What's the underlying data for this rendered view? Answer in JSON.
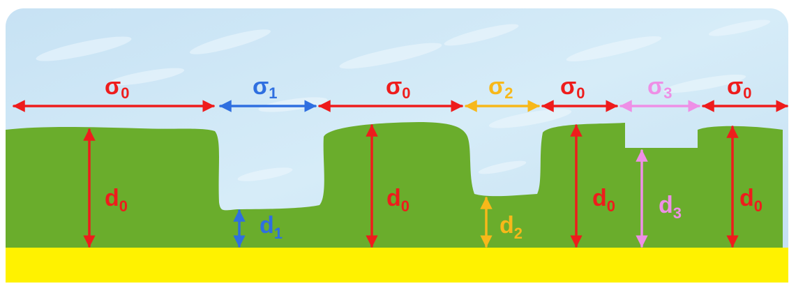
{
  "colors": {
    "sky": "#cde6f5",
    "water_texture": "#eef7fd",
    "ground": "#6aad2c",
    "substrate": "#fff200",
    "region_0": "#ee1c1c",
    "region_1": "#2f6fe0",
    "region_2": "#f7b81a",
    "region_3": "#ee8fe6"
  },
  "labels": {
    "sigma": "σ",
    "d": "d",
    "sub_0": "0",
    "sub_1": "1",
    "sub_2": "2",
    "sub_3": "3"
  },
  "regions": [
    {
      "id": "region-0a",
      "sigma_index": "0",
      "depth_index": "0"
    },
    {
      "id": "region-1",
      "sigma_index": "1",
      "depth_index": "1"
    },
    {
      "id": "region-0b",
      "sigma_index": "0",
      "depth_index": "0"
    },
    {
      "id": "region-2",
      "sigma_index": "2",
      "depth_index": "2"
    },
    {
      "id": "region-0c",
      "sigma_index": "0",
      "depth_index": "0"
    },
    {
      "id": "region-3",
      "sigma_index": "3",
      "depth_index": "3"
    },
    {
      "id": "region-0d",
      "sigma_index": "0",
      "depth_index": "0"
    }
  ]
}
